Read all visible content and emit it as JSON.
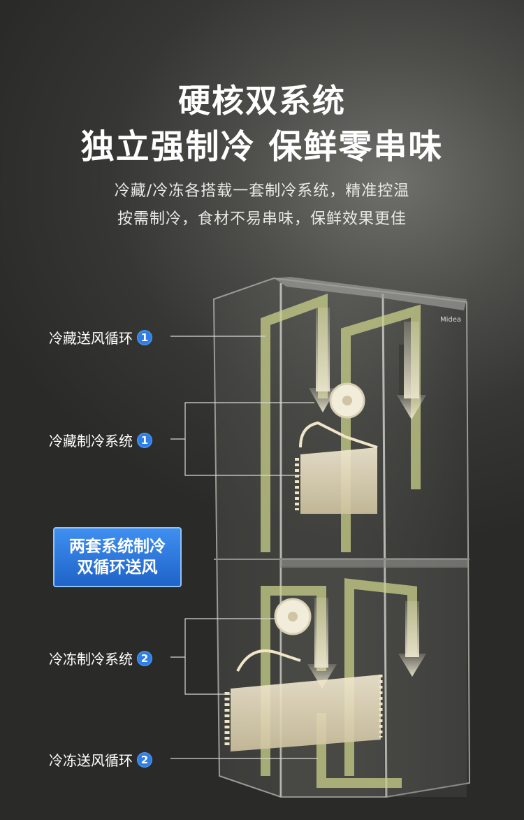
{
  "header": {
    "title_line1": "硬核双系统",
    "title_line2": "独立强制冷 保鲜零串味",
    "sub_line1": "冷藏/冷冻各搭载一套制冷系统，精准控温",
    "sub_line2": "按需制冷，食材不易串味，保鲜效果更佳"
  },
  "labels": {
    "fridge_air": "冷藏送风循环",
    "fridge_cool": "冷藏制冷系统",
    "freezer_cool": "冷冻制冷系统",
    "freezer_air": "冷冻送风循环",
    "num1": "1",
    "num2": "2"
  },
  "badge": {
    "line1": "两套系统制冷",
    "line2": "双循环送风"
  },
  "colors": {
    "accent_blue": "#2e7ee6",
    "badge_border": "#8fc2ff",
    "airflow": "#e4dcb8",
    "duct": "#c9d08a"
  }
}
